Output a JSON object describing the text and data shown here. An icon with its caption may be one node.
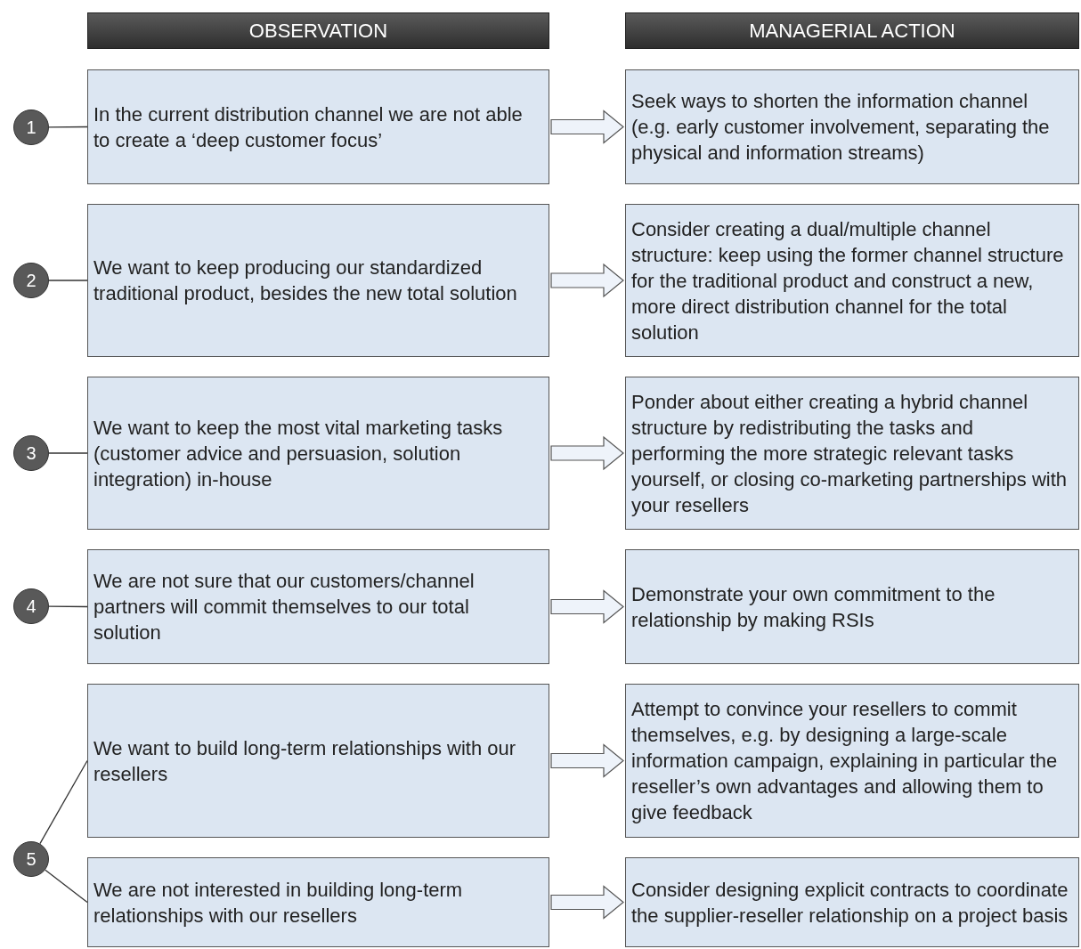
{
  "diagram": {
    "nodes": [
      {
        "text": [
          "OBSERVATION"
        ]
      },
      {
        "text": [
          "MANAGERIAL ACTION"
        ]
      },
      {
        "text": [
          "1"
        ]
      },
      {
        "text": [
          "In the current distribution channel we are not able to create a ‘deep customer focus’"
        ]
      },
      {
        "text": [
          "Seek ways to shorten the information channel (e.g. early customer involvement, separating the physical and information streams)"
        ]
      },
      {
        "text": [
          "2"
        ]
      },
      {
        "text": [
          "We want to keep producing our standardized traditional product, besides the new total solution"
        ]
      },
      {
        "text": [
          "Consider creating a dual/multiple channel structure: keep using the former channel structure for the traditional product and construct a new, more direct distribution channel for the total solution"
        ]
      },
      {
        "text": [
          "3"
        ]
      },
      {
        "text": [
          "We want to keep the most vital marketing tasks (customer advice and persuasion, solution integration) in-house"
        ]
      },
      {
        "text": [
          "Ponder about either creating a hybrid channel structure by redistributing the tasks and performing the more strategic relevant tasks yourself, or closing co-marketing partnerships with your resellers"
        ]
      },
      {
        "text": [
          "4"
        ]
      },
      {
        "text": [
          "We are not sure that our customers/channel partners will commit themselves to our total solution"
        ]
      },
      {
        "text": [
          "Demonstrate your own commitment to the relationship by making RSIs"
        ]
      },
      {
        "text": [
          "We want to build long-term relationships with our resellers"
        ]
      },
      {
        "text": [
          "Attempt to convince your resellers to commit themselves, e.g. by designing a large-scale information campaign, explaining in particular the reseller’s own advantages and allowing them to give feedback"
        ]
      },
      {
        "text": [
          "5"
        ]
      },
      {
        "text": [
          "We are not interested in building long-term relationships with our resellers"
        ]
      },
      {
        "text": [
          "Consider designing explicit contracts to coordinate the supplier-reseller relationship on a project basis"
        ]
      }
    ],
    "edges": [
      {
        "from": 2,
        "to": 3,
        "arrow": "none"
      },
      {
        "from": 3,
        "to": 4,
        "arrow": "to"
      },
      {
        "from": 5,
        "to": 6,
        "arrow": "none"
      },
      {
        "from": 6,
        "to": 7,
        "arrow": "to"
      },
      {
        "from": 8,
        "to": 9,
        "arrow": "none"
      },
      {
        "from": 9,
        "to": 10,
        "arrow": "to"
      },
      {
        "from": 11,
        "to": 12,
        "arrow": "none"
      },
      {
        "from": 12,
        "to": 13,
        "arrow": "to"
      },
      {
        "from": 14,
        "to": 15,
        "arrow": "to"
      },
      {
        "from": 16,
        "to": 14,
        "arrow": "none"
      },
      {
        "from": 16,
        "to": 17,
        "arrow": "none"
      },
      {
        "from": 17,
        "to": 18,
        "arrow": "to"
      }
    ]
  }
}
